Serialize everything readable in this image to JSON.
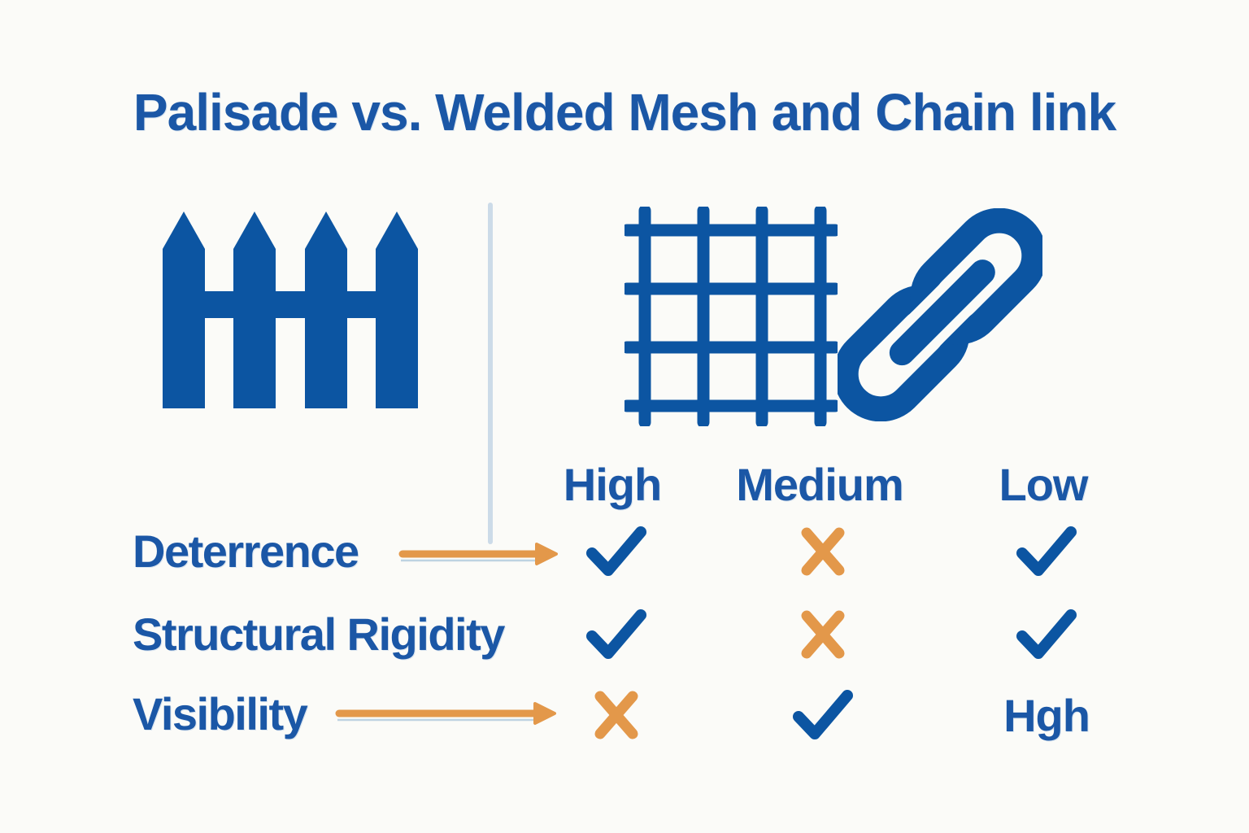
{
  "title": {
    "text": "Palisade vs. Welded Mesh and Chain link"
  },
  "colors": {
    "background": "#fbfbf8",
    "text_blue": "#1b57a6",
    "icon_blue": "#0c55a2",
    "accent_orange": "#e3984a",
    "divider_gray_blue": "#ccdbe8"
  },
  "icons": {
    "left_side": "palisade-fence-icon",
    "right_side_mesh": "welded-mesh-icon",
    "right_side_chain": "chain-link-icon"
  },
  "table": {
    "columns": [
      "High",
      "Medium",
      "Low"
    ],
    "rows": [
      {
        "label": "Deterrence",
        "arrow_to_marks": true,
        "cells": [
          "check",
          "cross",
          "check"
        ]
      },
      {
        "label": "Structural Rigidity",
        "arrow_to_marks": false,
        "cells": [
          "check",
          "cross",
          "check"
        ]
      },
      {
        "label": "Visibility",
        "arrow_to_marks": true,
        "cells": [
          "cross",
          "check",
          "Hgh"
        ]
      }
    ]
  }
}
